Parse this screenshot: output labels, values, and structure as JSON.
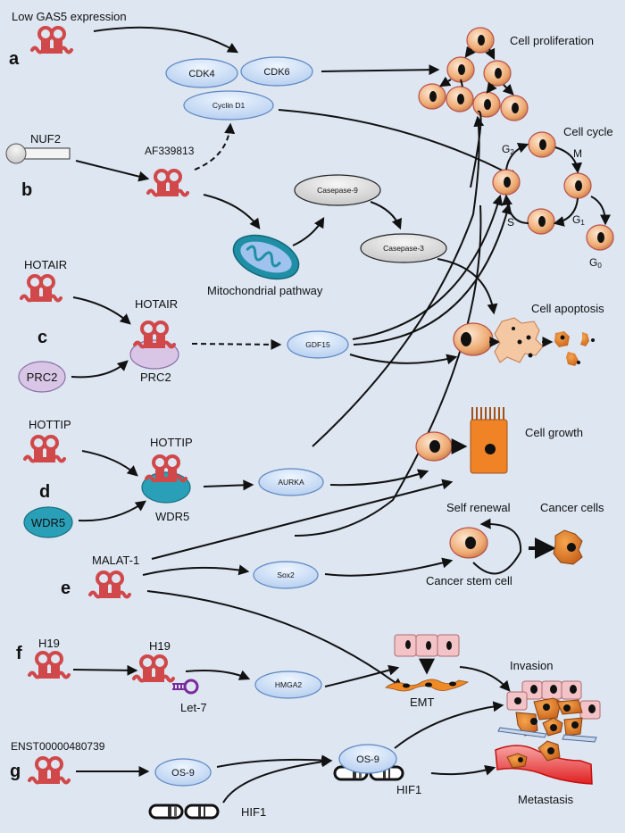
{
  "title": "lncRNA pathways in cancer",
  "panels": {
    "a": "a",
    "b": "b",
    "c": "c",
    "d": "d",
    "e": "e",
    "f": "f",
    "g": "g"
  },
  "lncrnas": {
    "gas5": "Low GAS5 expression",
    "af339813": "AF339813",
    "hotair_free": "HOTAIR",
    "hotair_bound": "HOTAIR",
    "hottip_free": "HOTTIP",
    "hottip_bound": "HOTTIP",
    "malat1": "MALAT-1",
    "h19_free": "H19",
    "h19_bound": "H19",
    "enst": "ENST00000480739"
  },
  "proteins": {
    "cdk4": "CDK4",
    "cdk6": "CDK6",
    "cyclin_d1": "Cyclin D1",
    "nuf2": "NUF2",
    "casepase9": "Casepase-9",
    "casepase3": "Casepase-3",
    "prc2_free": "PRC2",
    "prc2_bound": "PRC2",
    "gdf15": "GDF15",
    "wdr5_free": "WDR5",
    "wdr5_bound": "WDR5",
    "aurka": "AURKA",
    "sox2": "Sox2",
    "let7": "Let-7",
    "hmga2": "HMGA2",
    "os9_a": "OS-9",
    "os9_b": "OS-9",
    "hif1_a": "HIF1",
    "hif1_b": "HIF1"
  },
  "pathways": {
    "mitochondrial": "Mitochondrial pathway"
  },
  "outcomes": {
    "proliferation": "Cell proliferation",
    "cell_cycle": "Cell cycle",
    "apoptosis": "Cell apoptosis",
    "growth": "Cell growth",
    "self_renewal": "Self renewal",
    "cancer_cells": "Cancer cells",
    "cancer_stem_cell": "Cancer stem cell",
    "emt": "EMT",
    "invasion": "Invasion",
    "metastasis": "Metastasis"
  },
  "cell_cycle_phases": {
    "g2": "G",
    "g2_sub": "2",
    "m": "M",
    "g1": "G",
    "g1_sub": "1",
    "s": "S",
    "g0": "G",
    "g0_sub": "0"
  },
  "colors": {
    "background": "#dde6f1",
    "rna": "#d0484a",
    "protein_fill": "#c9ddf5",
    "protein_stroke": "#5d86c2",
    "casepase_fill": "#dcdcdc",
    "prc2": "#d9c6e6",
    "wdr5": "#2aa0b8",
    "cell": "#f0b98a",
    "cancer": "#d9781f",
    "vessel": "#e52a2a",
    "let7": "#7b2a9c"
  }
}
